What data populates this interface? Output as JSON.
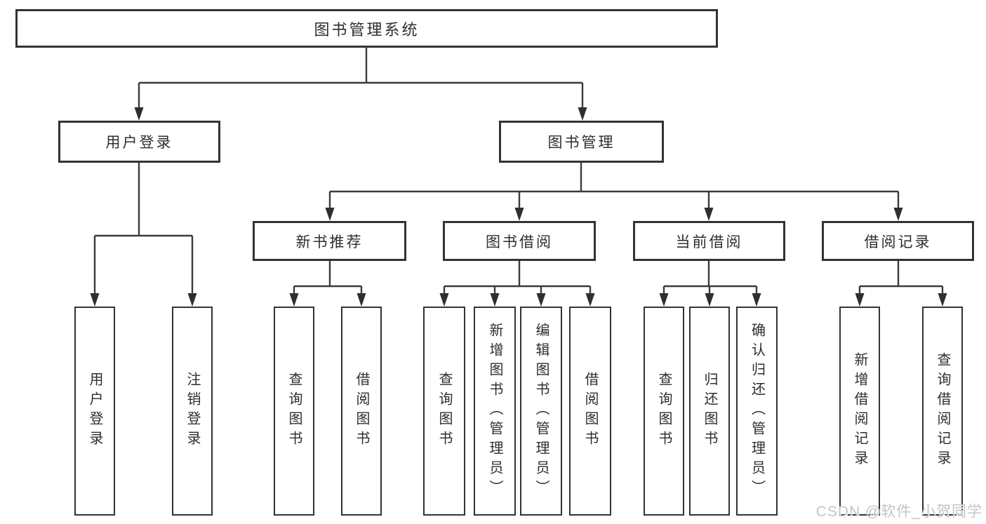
{
  "tree": {
    "root": {
      "label": "图书管理系统"
    },
    "level2": [
      {
        "label": "用户登录"
      },
      {
        "label": "图书管理"
      }
    ],
    "level3": [
      {
        "label": "新书推荐"
      },
      {
        "label": "图书借阅"
      },
      {
        "label": "当前借阅"
      },
      {
        "label": "借阅记录"
      }
    ],
    "leaves": {
      "user_login": [
        {
          "label": "用户登录"
        },
        {
          "label": "注销登录"
        }
      ],
      "new_book": [
        {
          "label": "查询图书"
        },
        {
          "label": "借阅图书"
        }
      ],
      "book_borrow": [
        {
          "label": "查询图书"
        },
        {
          "label": "新增图书（管理员）"
        },
        {
          "label": "编辑图书（管理员）"
        },
        {
          "label": "借阅图书"
        }
      ],
      "current_borrow": [
        {
          "label": "查询图书"
        },
        {
          "label": "归还图书"
        },
        {
          "label": "确认归还（管理员）"
        }
      ],
      "records": [
        {
          "label": "新增借阅记录"
        },
        {
          "label": "查询借阅记录"
        }
      ]
    }
  },
  "watermark": {
    "text": "CSDN @软件_小贺同学"
  },
  "colors": {
    "line": "#3a3a3a",
    "arrow": "#2f2f2f",
    "box_border": "#333333",
    "text": "#2e2e2e",
    "watermark_text": "#c4c4c4"
  }
}
